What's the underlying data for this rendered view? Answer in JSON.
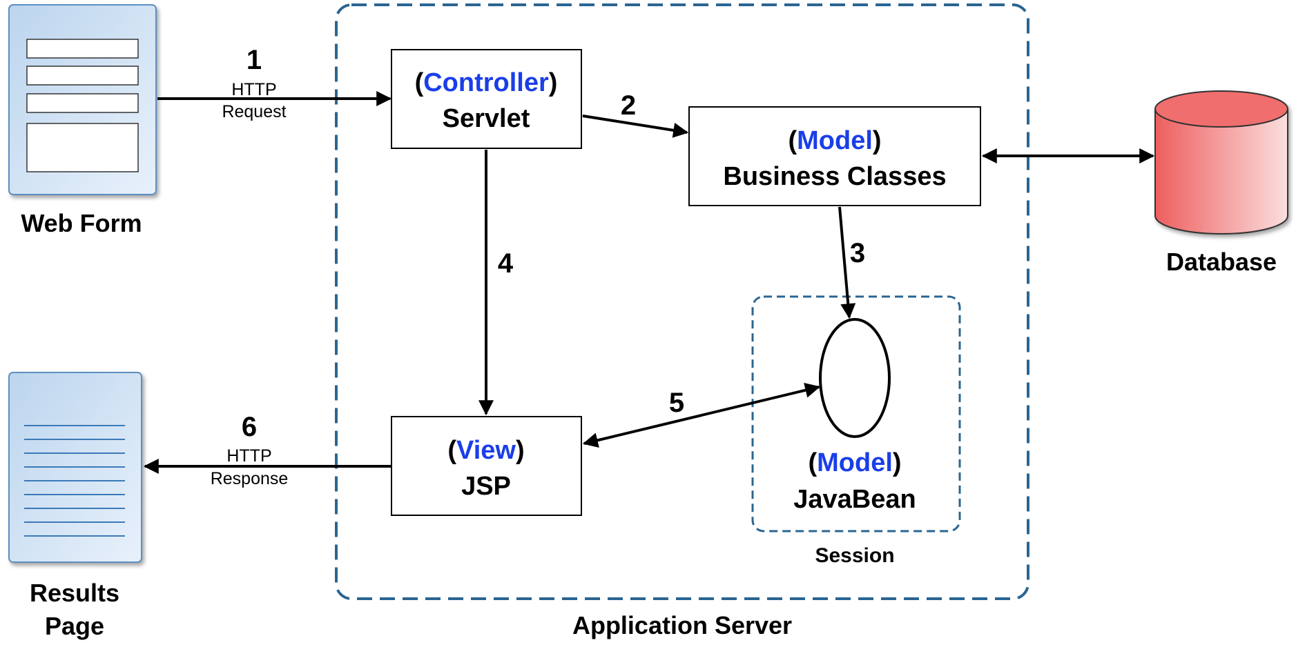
{
  "colors": {
    "accent": "#1a3ee8",
    "dashed_border": "#2a6592",
    "page_icon_fill": "#c9dcef",
    "page_icon_border": "#5b8fc2",
    "database_fill": "#f06e6e",
    "line": "#000000"
  },
  "containers": {
    "app_server": {
      "label": "Application Server"
    },
    "session": {
      "label": "Session"
    }
  },
  "nodes": {
    "web_form": {
      "label": "Web Form",
      "icon": "web-form-icon"
    },
    "results_page": {
      "label_line1": "Results",
      "label_line2": "Page",
      "icon": "document-icon"
    },
    "database": {
      "label": "Database",
      "icon": "database-cylinder-icon"
    },
    "controller": {
      "role": "Controller",
      "name": "Servlet"
    },
    "business": {
      "role": "Model",
      "name": "Business Classes"
    },
    "view": {
      "role": "View",
      "name": "JSP"
    },
    "javabean": {
      "role": "Model",
      "name": "JavaBean",
      "icon": "javabean-ellipse-icon"
    }
  },
  "edges": {
    "e1": {
      "num": "1",
      "line1": "HTTP",
      "line2": "Request"
    },
    "e2": {
      "num": "2"
    },
    "e3": {
      "num": "3"
    },
    "e4": {
      "num": "4"
    },
    "e5": {
      "num": "5"
    },
    "e6": {
      "num": "6",
      "line1": "HTTP",
      "line2": "Response"
    }
  }
}
